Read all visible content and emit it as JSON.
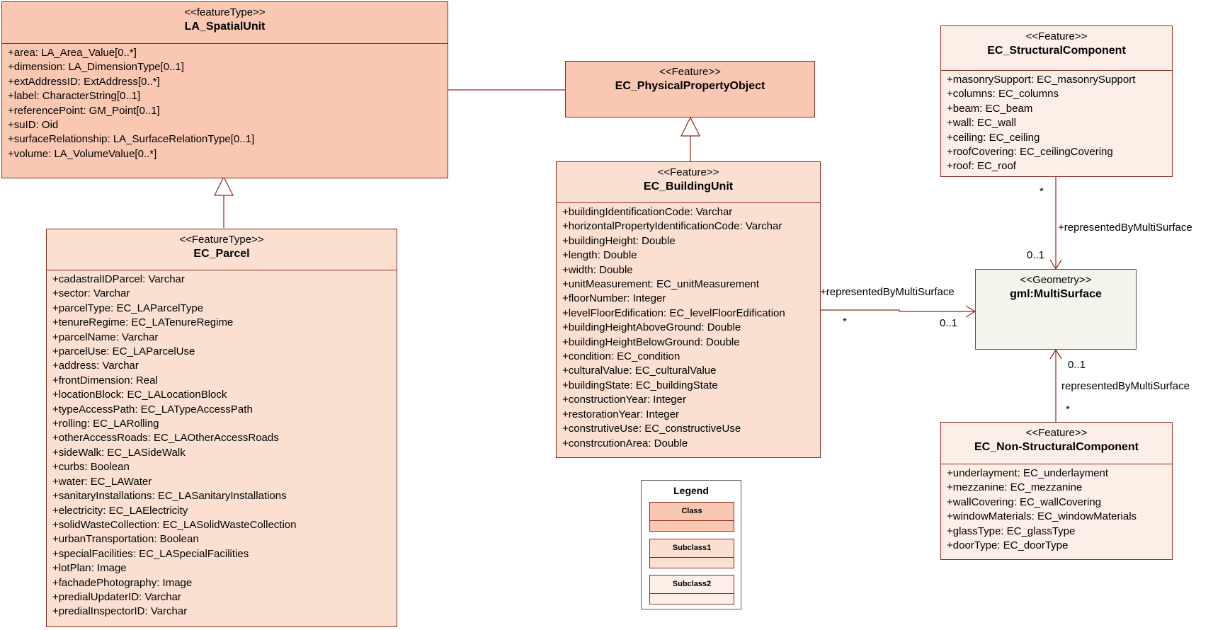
{
  "classes": {
    "spatial_unit": {
      "stereotype": "<<featureType>>",
      "name": "LA_SpatialUnit",
      "attributes": [
        "+area: LA_Area_Value[0..*]",
        "+dimension: LA_DimensionType[0..1]",
        "+extAddressID: ExtAddress[0..*]",
        "+label: CharacterString[0..1]",
        "+referencePoint: GM_Point[0..1]",
        "+suID: Oid",
        "+surfaceRelationship: LA_SurfaceRelationType[0..1]",
        "+volume: LA_VolumeValue[0..*]"
      ]
    },
    "parcel": {
      "stereotype": "<<FeatureType>>",
      "name": "EC_Parcel",
      "attributes": [
        "+cadastralIDParcel: Varchar",
        "+sector: Varchar",
        "+parcelType: EC_LAParcelType",
        "+tenureRegime: EC_LATenureRegime",
        "+parcelName: Varchar",
        "+parcelUse: EC_LAParcelUse",
        "+address: Varchar",
        "+frontDimension: Real",
        "+locationBlock: EC_LALocationBlock",
        "+typeAccessPath: EC_LATypeAccessPath",
        "+rolling: EC_LARolling",
        "+otherAccessRoads: EC_LAOtherAccessRoads",
        "+sideWalk: EC_LASideWalk",
        "+curbs: Boolean",
        "+water: EC_LAWater",
        "+sanitaryInstallations: EC_LASanitaryInstallations",
        "+electricity: EC_LAElectricity",
        "+solidWasteCollection: EC_LASolidWasteCollection",
        "+urbanTransportation: Boolean",
        "+specialFacilities: EC_LASpecialFacilities",
        "+lotPlan: Image",
        "+fachadePhotography: Image",
        "+predialUpdaterID: Varchar",
        "+predialInspectorID: Varchar"
      ]
    },
    "physical_property": {
      "stereotype": "<<Feature>>",
      "name": "EC_PhysicalPropertyObject"
    },
    "building_unit": {
      "stereotype": "<<Feature>>",
      "name": "EC_BuildingUnit",
      "attributes": [
        "+buildingIdentificationCode: Varchar",
        "+horizontalPropertyIdentificationCode: Varchar",
        "+buildingHeight: Double",
        "+length: Double",
        "+width: Double",
        "+unitMeasurement: EC_unitMeasurement",
        "+floorNumber: Integer",
        "+levelFloorEdification: EC_levelFloorEdification",
        "+buildingHeightAboveGround: Double",
        "+buildingHeightBelowGround: Double",
        "+condition: EC_condition",
        "+culturalValue: EC_culturalValue",
        "+buildingState: EC_buildingState",
        "+constructionYear: Integer",
        "+restorationYear: Integer",
        "+construtiveUse: EC_constructiveUse",
        "+constrcutionArea: Double"
      ]
    },
    "structural": {
      "stereotype": "<<Feature>>",
      "name": "EC_StructuralComponent",
      "attributes": [
        "+masonrySupport: EC_masonrySupport",
        "+columns: EC_columns",
        "+beam: EC_beam",
        "+wall: EC_wall",
        "+ceiling: EC_ceiling",
        "+roofCovering: EC_ceilingCovering",
        "+roof: EC_roof"
      ]
    },
    "multisurface": {
      "stereotype": "<<Geometry>>",
      "name": "gml:MultiSurface"
    },
    "non_structural": {
      "stereotype": "<<Feature>>",
      "name": "EC_Non-StructuralComponent",
      "attributes": [
        "+underlayment: EC_underlayment",
        "+mezzanine: EC_mezzanine",
        "+wallCovering: EC_wallCovering",
        "+windowMaterials: EC_windowMaterials",
        "+glassType: EC_glassType",
        "+doorType: EC_doorType"
      ]
    }
  },
  "associations": {
    "building_to_surface": {
      "role": "+representedByMultiSurface",
      "source_mult": "*",
      "target_mult": "0..1"
    },
    "structural_to_surface": {
      "role": "+representedByMultiSurface",
      "source_mult": "*",
      "target_mult": "0..1"
    },
    "nonstructural_to_surface": {
      "role": "representedByMultiSurface",
      "source_mult": "*",
      "target_mult": "0..1"
    }
  },
  "legend": {
    "title": "Legend",
    "items": [
      "Class",
      "Subclass1",
      "Subclass2"
    ],
    "colors": {
      "class": "#f9c7b2",
      "subclass1": "#fbe0d2",
      "subclass2": "#fdeee8"
    }
  }
}
